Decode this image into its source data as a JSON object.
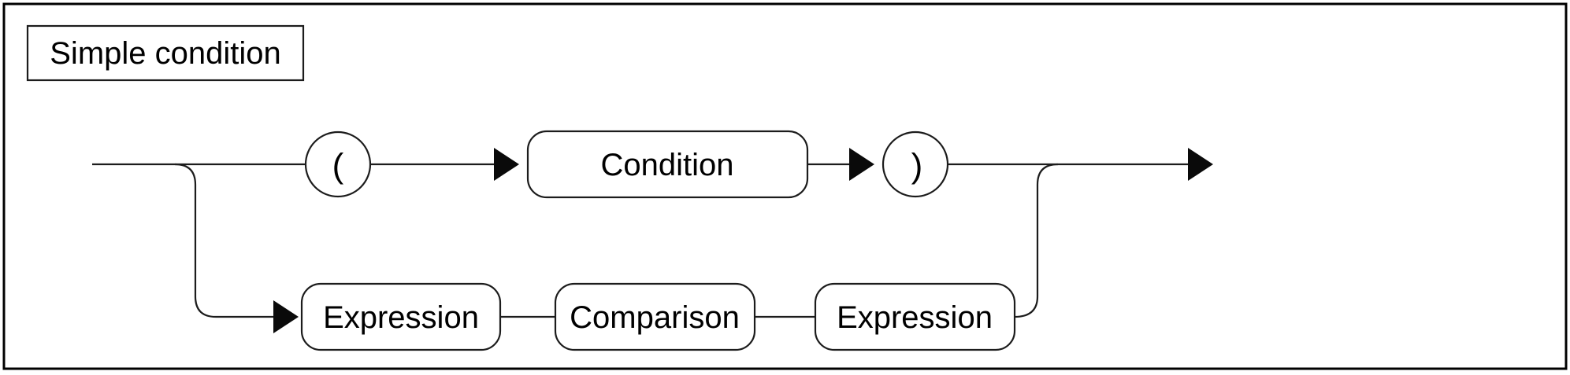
{
  "title_box": {
    "label": "Simple condition"
  },
  "diagram": {
    "kind": "railroad-syntax-diagram",
    "branches": [
      {
        "nodes": [
          {
            "shape": "circle",
            "label": "("
          },
          {
            "shape": "rounded-box",
            "label": "Condition"
          },
          {
            "shape": "circle",
            "label": ")"
          }
        ]
      },
      {
        "nodes": [
          {
            "shape": "rounded-box",
            "label": "Expression"
          },
          {
            "shape": "rounded-box",
            "label": "Comparison"
          },
          {
            "shape": "rounded-box",
            "label": "Expression"
          }
        ]
      }
    ],
    "colors": {
      "stroke": "#1c1c1c",
      "arrow_fill": "#0a0a0a",
      "text": "#000000",
      "background": "#ffffff"
    }
  }
}
